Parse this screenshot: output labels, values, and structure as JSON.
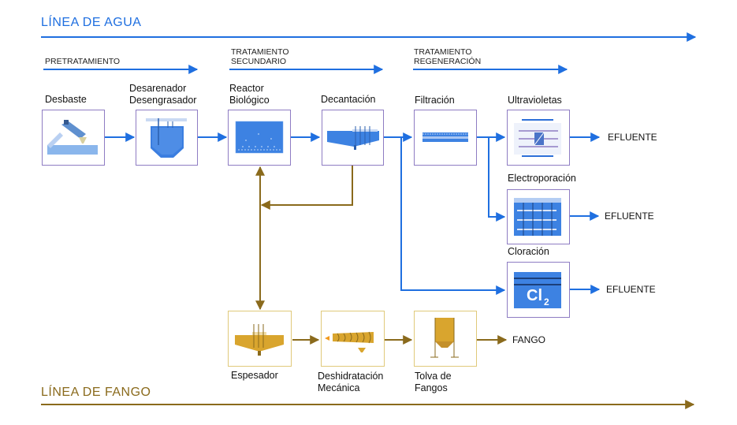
{
  "titles": {
    "water_line": "LÍNEA DE AGUA",
    "sludge_line": "LÍNEA DE FANGO"
  },
  "stages": {
    "pretreatment": "PRETRATAMIENTO",
    "secondary": [
      "TRATAMIENTO",
      "SECUNDARIO"
    ],
    "regeneration": [
      "TRATAMIENTO",
      "REGENERACIÓN"
    ]
  },
  "units": {
    "desbaste": "Desbaste",
    "desarenador": [
      "Desarenador",
      "Desengrasador"
    ],
    "reactor": [
      "Reactor",
      "Biológico"
    ],
    "decantacion": "Decantación",
    "filtracion": "Filtración",
    "ultravioletas": "Ultravioletas",
    "electroporacion": "Electroporación",
    "cloracion": "Cloración",
    "espesador": "Espesador",
    "deshidratacion": [
      "Deshidratación",
      "Mecánica"
    ],
    "tolva": [
      "Tolva de",
      "Fangos"
    ]
  },
  "outputs": {
    "effluent": "EFLUENTE",
    "sludge": "FANGO"
  },
  "icons": {
    "chlorine_formula": "Cl",
    "chlorine_subscript": "2"
  },
  "colors": {
    "water": "#1f6fe0",
    "sludge": "#8a6a1c",
    "box_water": "#8e7cc3",
    "box_sludge": "#e0c97a"
  }
}
